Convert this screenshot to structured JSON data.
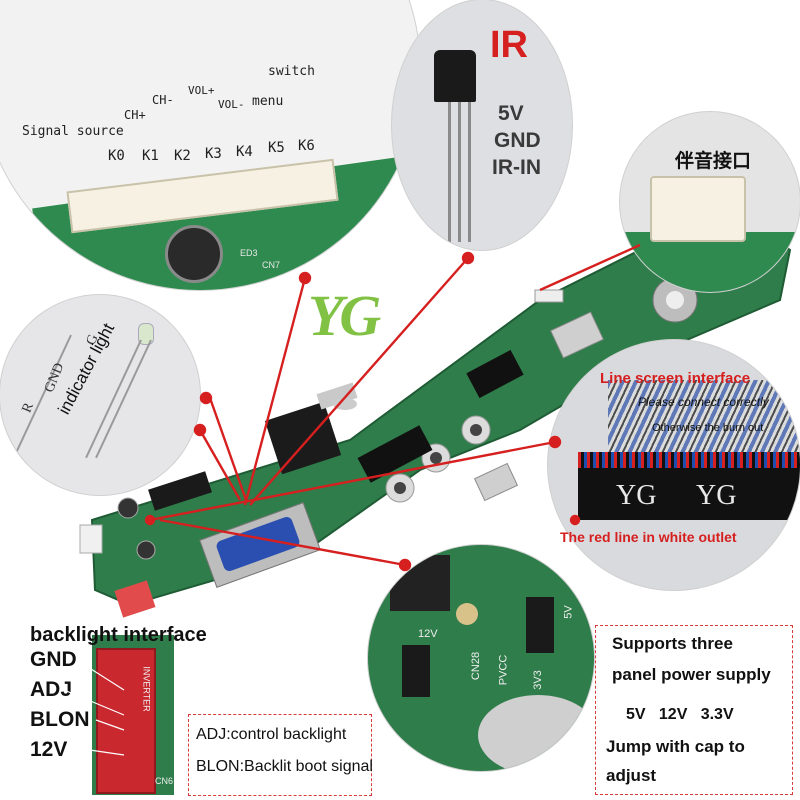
{
  "watermark": {
    "logo_text": "YG",
    "pin_watermark": "YG"
  },
  "keys_panel": {
    "signal_source": "Signal source",
    "ch_plus": "CH+",
    "ch_minus": "CH-",
    "vol_plus": "VOL+",
    "vol_minus": "VOL-",
    "menu": "menu",
    "switch": "switch",
    "pins": [
      "K0",
      "K1",
      "K2",
      "K3",
      "K4",
      "K5",
      "K6"
    ],
    "board_labels": {
      "ed3": "ED3",
      "cn7": "CN7"
    }
  },
  "ir_panel": {
    "title": "IR",
    "pins": [
      "5V",
      "GND",
      "IR-IN"
    ]
  },
  "audio_panel": {
    "title": "伴音接口"
  },
  "indicator_panel": {
    "pins": [
      "R",
      "GND",
      "G"
    ],
    "caption": "indicator light"
  },
  "lvds_panel": {
    "title": "Line screen interface",
    "note1": "Please connect correctly",
    "note2": "Otherwise the burn out",
    "footer": "The red line in white outlet"
  },
  "power_jumper_panel": {
    "labels": [
      "CN28",
      "12V",
      "PVCC",
      "3V3",
      "5V"
    ]
  },
  "backlight": {
    "title": "backlight interface",
    "pins": [
      "GND",
      "ADJ",
      "BLON",
      "12V"
    ],
    "board_label": "INVERTER",
    "cn_label": "CN6"
  },
  "notes_box": {
    "line1": "ADJ:control backlight",
    "line2": "BLON:Backlit boot signal"
  },
  "power_box": {
    "line1": "Supports three",
    "line2": "panel power supply",
    "voltages": "5V   12V   3.3V",
    "line4": "Jump with cap to",
    "line5": "adjust"
  },
  "colors": {
    "pcb": "#2f7d4a",
    "pcb_dark": "#1f5c35",
    "annotation_red": "#d61f1f",
    "logo_green": "#7bbf3a",
    "dash_red": "#d63b3b",
    "vga_blue": "#2a4fb0"
  }
}
